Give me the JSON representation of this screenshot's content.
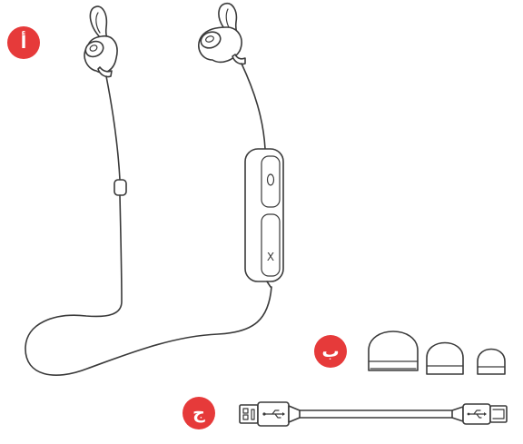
{
  "labels": {
    "headphones": "أ",
    "ear_tips": "ب",
    "cable": "ج"
  },
  "remote": {
    "button_label": "X"
  },
  "colors": {
    "badge": "#e63a3a",
    "line": "#3a3a3a"
  },
  "icons": {
    "cable_plug_left": "usb-a-icon",
    "cable_plug_right": "micro-usb-icon",
    "usb_symbol": "usb-symbol-icon"
  }
}
